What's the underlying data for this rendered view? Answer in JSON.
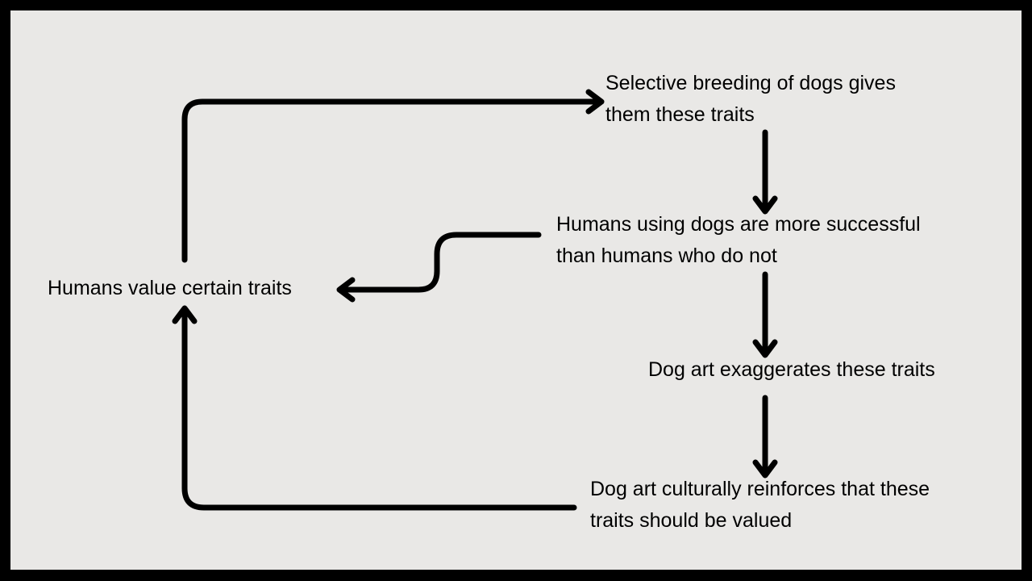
{
  "diagram": {
    "nodes": {
      "humans_value": {
        "lines": [
          "Humans value certain traits"
        ]
      },
      "selective_breeding": {
        "lines": [
          "Selective breeding of dogs gives",
          "them these traits"
        ]
      },
      "humans_successful": {
        "lines": [
          "Humans using dogs are more successful",
          "than humans who do not"
        ]
      },
      "art_exaggerates": {
        "lines": [
          "Dog art exaggerates these traits"
        ]
      },
      "art_reinforces": {
        "lines": [
          "Dog art culturally reinforces that these",
          "traits should be valued"
        ]
      }
    },
    "edges": [
      {
        "from": "humans_value",
        "to": "selective_breeding"
      },
      {
        "from": "selective_breeding",
        "to": "humans_successful"
      },
      {
        "from": "humans_successful",
        "to": "humans_value"
      },
      {
        "from": "humans_successful",
        "to": "art_exaggerates"
      },
      {
        "from": "art_exaggerates",
        "to": "art_reinforces"
      },
      {
        "from": "art_reinforces",
        "to": "humans_value"
      }
    ],
    "colors": {
      "frame": "#000000",
      "background": "#e9e8e6",
      "line": "#000000",
      "text": "#000000"
    }
  }
}
